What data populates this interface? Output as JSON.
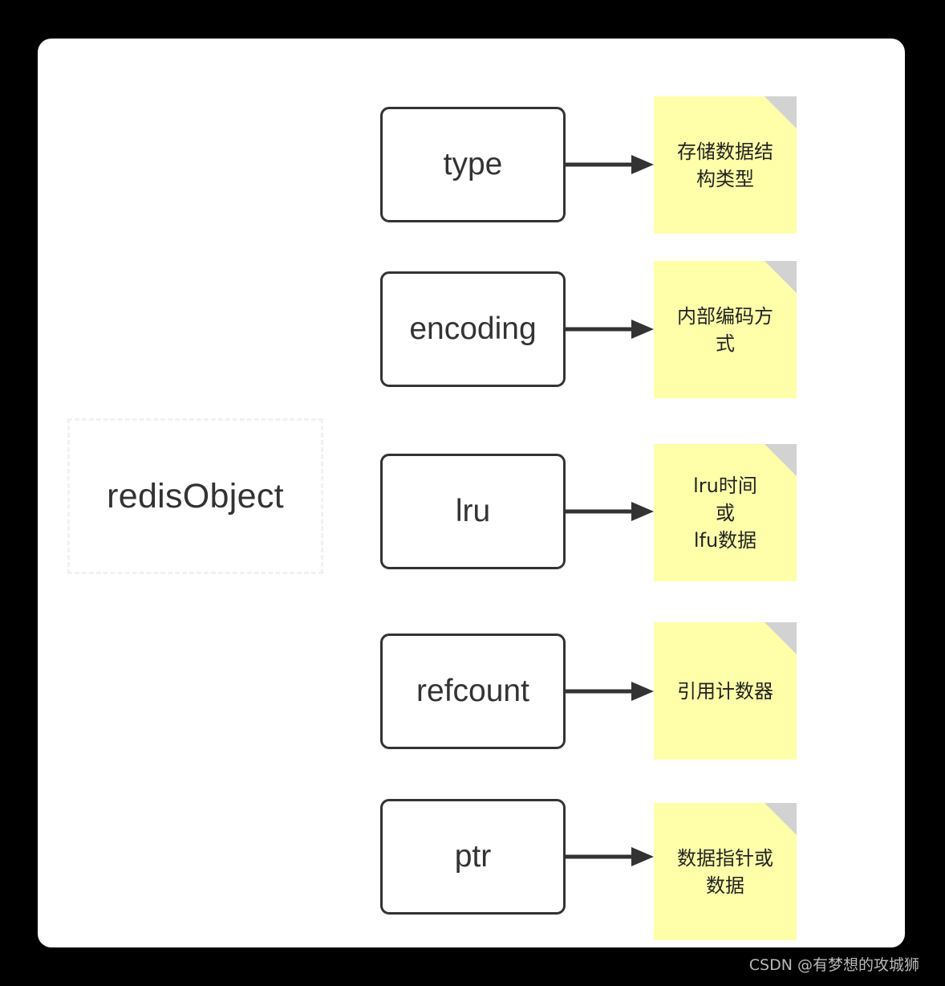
{
  "canvas": {
    "background_color": "#000000",
    "surface_color": "#ffffff"
  },
  "group": {
    "label": "redisObject",
    "border_style": "dashed",
    "border_color": "#f1f1f1"
  },
  "style": {
    "box_stroke": "#333333",
    "note_fill": "#ffffaa",
    "note_fold": "#d2d2d2",
    "arrow_color": "#333333"
  },
  "fields": [
    {
      "name": "type",
      "note_lines": [
        "存储数据结",
        "构类型"
      ],
      "note_text": "存储数据结构类型"
    },
    {
      "name": "encoding",
      "note_lines": [
        "内部编码方",
        "式"
      ],
      "note_text": "内部编码方式"
    },
    {
      "name": "lru",
      "note_lines": [
        "lru时间",
        "或",
        "lfu数据"
      ],
      "note_text": "lru时间或lfu数据"
    },
    {
      "name": "refcount",
      "note_lines": [
        "引用计数器"
      ],
      "note_text": "引用计数器"
    },
    {
      "name": "ptr",
      "note_lines": [
        "数据指针或",
        "数据"
      ],
      "note_text": "数据指针或数据"
    }
  ],
  "watermark": {
    "text": "CSDN @有梦想的攻城狮"
  }
}
